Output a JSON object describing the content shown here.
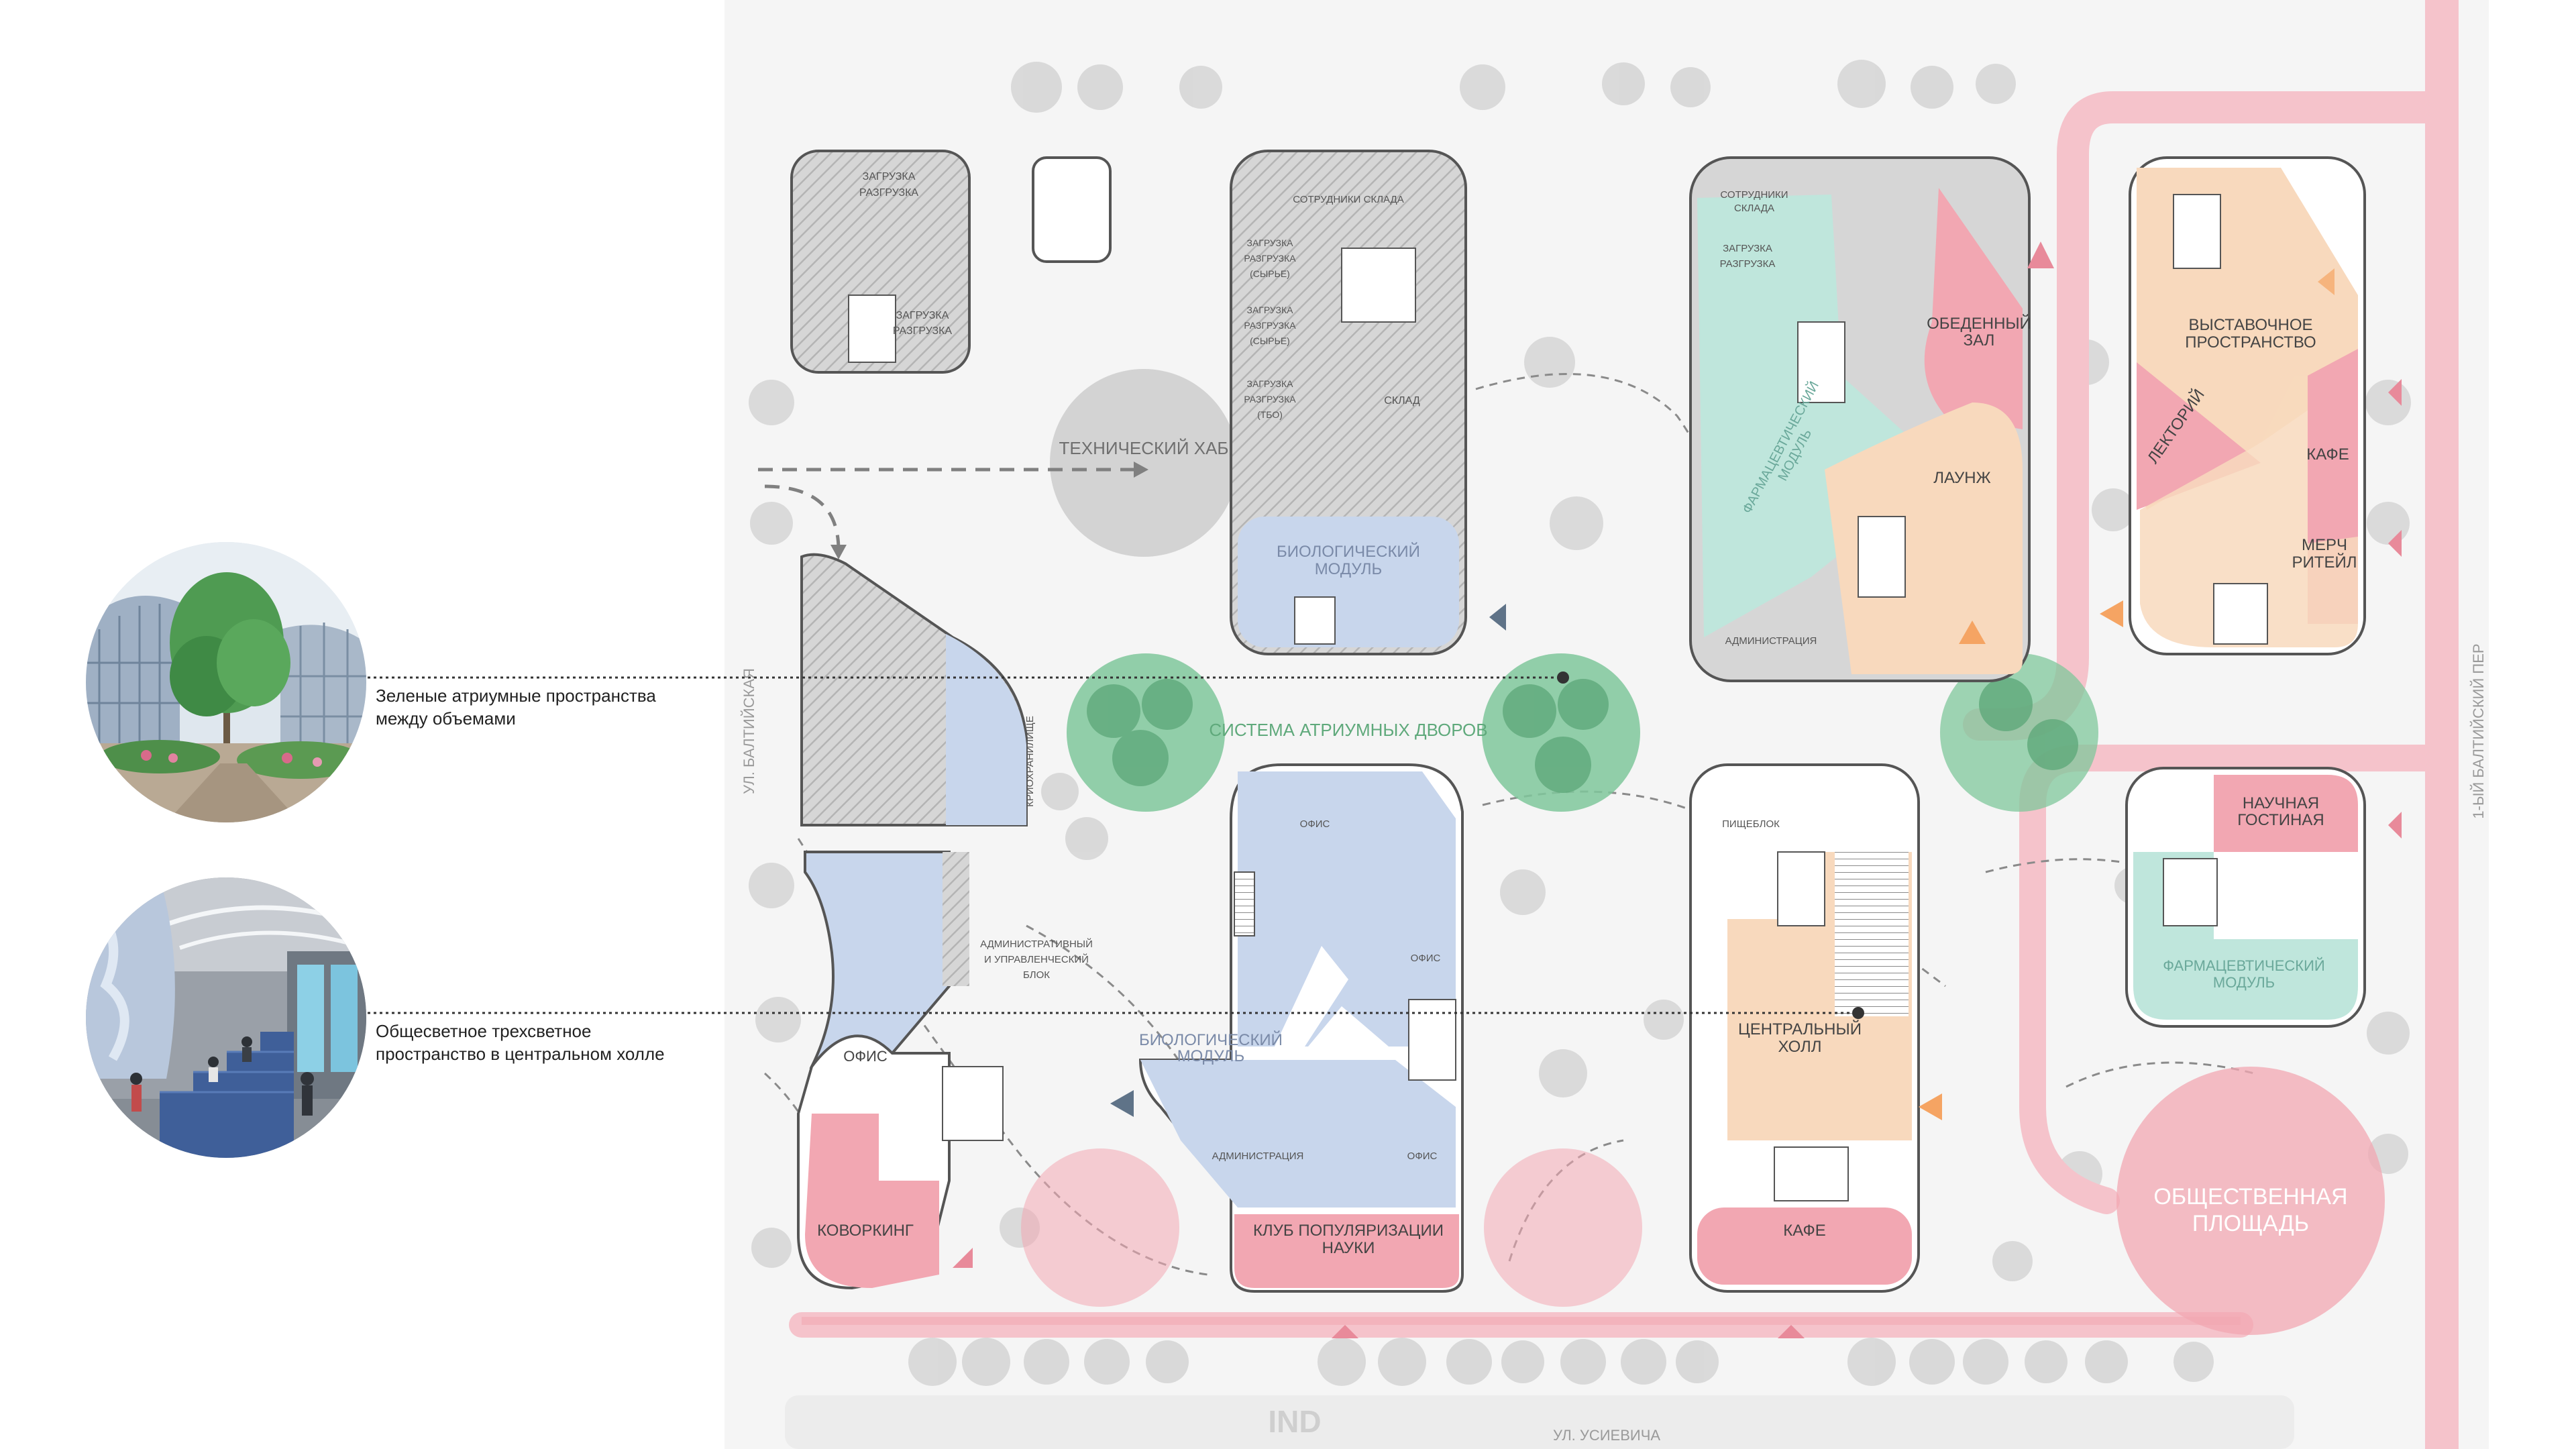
{
  "colors": {
    "public_red": "#f2a7b2",
    "public_red_strong": "#e88a9a",
    "bio_blue": "#c8d6ec",
    "pharma_teal": "#bfe6dc",
    "peach": "#f8d9bd",
    "hatch_gray": "#c9c9c9",
    "hub_gray": "#d0d0d0",
    "atrium_green": "#7fc79b",
    "arrow_orange": "#f5a463",
    "arrow_slate": "#5f7388",
    "ground": "#f3f3f3"
  },
  "callouts": [
    {
      "text_line1": "Зеленые атриумные пространства",
      "text_line2": "между объемами"
    },
    {
      "text_line1": "Общесветное трехсветное",
      "text_line2": "пространство в центральном холле"
    }
  ],
  "streets": {
    "left": "УЛ. БАЛТИЙСКАЯ",
    "right": "1-ЫЙ БАЛТИЙСКИЙ ПЕР",
    "bottom": "УЛ. УСИЕВИЧА",
    "bottom_sign": "IND"
  },
  "zones": {
    "tech_hub": "ТЕХНИЧЕСКИЙ ХАБ",
    "atrium_system": "СИСТЕМА АТРИУМНЫХ ДВОРОВ",
    "public_square_l1": "ОБЩЕСТВЕННАЯ",
    "public_square_l2": "ПЛОЩАДЬ"
  },
  "labels": {
    "loading_a_l1": "ЗАГРУЗКА",
    "loading_a_l2": "РАЗГРУЗКА",
    "loading_b_l1": "ЗАГРУЗКА",
    "loading_b_l2": "РАЗГРУЗКА",
    "warehouse_staff": "СОТРУДНИКИ СКЛАДА",
    "load_raw1_l1": "ЗАГРУЗКА",
    "load_raw1_l2": "РАЗГРУЗКА",
    "load_raw1_l3": "(СЫРЬЕ)",
    "load_raw2_l1": "ЗАГРУЗКА",
    "load_raw2_l2": "РАЗГРУЗКА",
    "load_raw2_l3": "(СЫРЬЕ)",
    "load_tbo_l1": "ЗАГРУЗКА",
    "load_tbo_l2": "РАЗГРУЗКА",
    "load_tbo_l3": "(ТБО)",
    "warehouse": "СКЛАД",
    "bio_module_top_l1": "БИОЛОГИЧЕСКИЙ",
    "bio_module_top_l2": "МОДУЛЬ",
    "staff_warehouse2_l1": "СОТРУДНИКИ",
    "staff_warehouse2_l2": "СКЛАДА",
    "loading_c_l1": "ЗАГРУЗКА",
    "loading_c_l2": "РАЗГРУЗКА",
    "pharma_module_diag_l1": "ФАРМАЦЕВТИЧЕСКИЙ",
    "pharma_module_diag_l2": "МОДУЛЬ",
    "dining_l1": "ОБЕДЕННЫЙ",
    "dining_l2": "ЗАЛ",
    "lounge": "ЛАУНЖ",
    "administration_top": "АДМИНИСТРАЦИЯ",
    "exhibition_l1": "ВЫСТАВОЧНОЕ",
    "exhibition_l2": "ПРОСТРАНСТВО",
    "lecture": "ЛЕКТОРИЙ",
    "cafe_top": "КАФЕ",
    "merch_l1": "МЕРЧ",
    "merch_l2": "РИТЕЙЛ",
    "cryo": "КРИОХРАНИЛИЩЕ",
    "admin_block_l1": "АДМИНИСТРАТИВНЫЙ",
    "admin_block_l2": "И УПРАВЛЕНЧЕСКИЙ",
    "admin_block_l3": "БЛОК",
    "office_left": "ОФИС",
    "coworking": "КОВОРКИНГ",
    "office_center_top": "ОФИС",
    "office_center_right": "ОФИС",
    "bio_module_center_l1": "БИОЛОГИЧЕСКИЙ",
    "bio_module_center_l2": "МОДУЛЬ",
    "administration_center": "АДМИНИСТРАЦИЯ",
    "office_center_bottom": "ОФИС",
    "science_club_l1": "КЛУБ ПОПУЛЯРИЗАЦИИ",
    "science_club_l2": "НАУКИ",
    "food_block": "ПИЩЕБЛОК",
    "central_hall_l1": "ЦЕНТРАЛЬНЫЙ",
    "central_hall_l2": "ХОЛЛ",
    "cafe_bottom": "КАФЕ",
    "science_lounge_l1": "НАУЧНАЯ",
    "science_lounge_l2": "ГОСТИНАЯ",
    "pharma_module_small_l1": "ФАРМАЦЕВТИЧЕСКИЙ",
    "pharma_module_small_l2": "МОДУЛЬ"
  }
}
